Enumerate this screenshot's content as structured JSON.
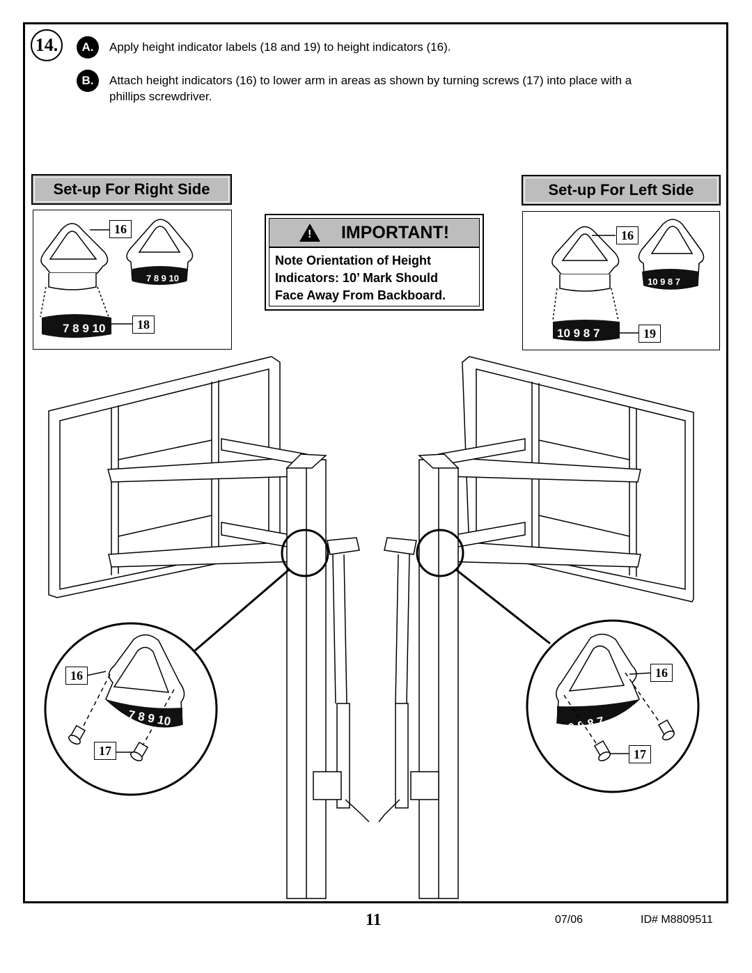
{
  "step": {
    "number": "14.",
    "a_letter": "A.",
    "a_text": "Apply height indicator labels (18 and 19) to height indicators (16).",
    "b_letter": "B.",
    "b_text_line1": "Attach height indicators (16) to lower arm in areas  as shown by turning screws (17) into place with a",
    "b_text_line2": "phillips screwdriver."
  },
  "right_side": {
    "header": "Set-up For Right Side",
    "callout_indicator": "16",
    "callout_label": "18",
    "label_digits": "7 8 9 10"
  },
  "left_side": {
    "header": "Set-up For Left Side",
    "callout_indicator": "16",
    "callout_label": "19",
    "label_digits": "10 9 8 7"
  },
  "important": {
    "title": "IMPORTANT!",
    "line1": "Note Orientation of Height",
    "line2": "Indicators:  10’ Mark Should",
    "line3": "Face Away From Backboard."
  },
  "detail_right": {
    "callout_indicator": "16",
    "callout_screw": "17"
  },
  "detail_left": {
    "callout_indicator": "16",
    "callout_screw": "17"
  },
  "footer": {
    "page": "11",
    "date": "07/06",
    "id": "ID#   M8809511"
  }
}
